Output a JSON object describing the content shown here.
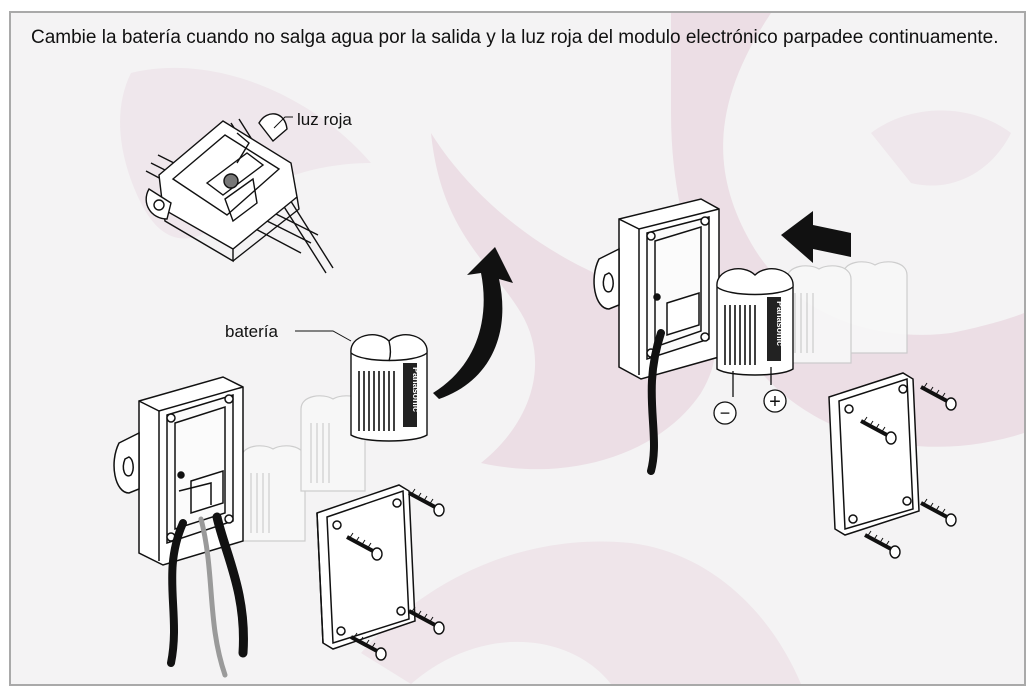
{
  "instructions": {
    "text": "Cambie la batería cuando no salga agua por la salida y la luz roja del modulo electrónico parpadee continuamente."
  },
  "labels": {
    "red_light": "luz roja",
    "battery": "batería",
    "minus": "−",
    "plus": "+"
  },
  "battery_brand": "Panasonic",
  "colors": {
    "background": "#f4f3f4",
    "watermark": "#eadbe2",
    "border": "#a9a9a9",
    "line": "#111111"
  }
}
